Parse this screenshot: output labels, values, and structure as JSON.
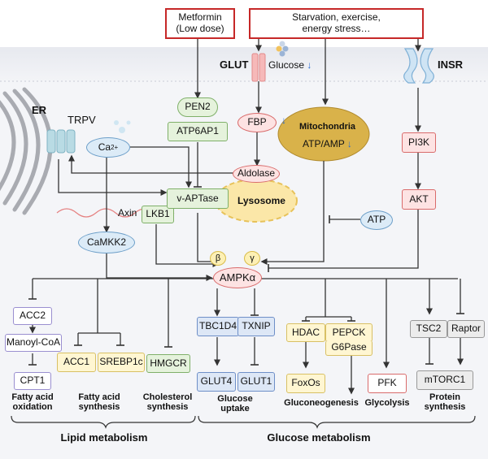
{
  "top": {
    "metformin": "Metformin\n(Low dose)",
    "starvation": "Starvation, exercise,\nenergy stress…"
  },
  "membrane": {
    "glut": "GLUT",
    "glucose": "Glucose",
    "insr": "INSR",
    "down_arrow": "↓"
  },
  "left": {
    "er": "ER",
    "trpv": "TRPV",
    "ca": "Ca",
    "ca_sup": "2+",
    "camkk2": "CaMKK2",
    "axin": "Axin",
    "lkb1": "LKB1"
  },
  "center": {
    "pen2": "PEN2",
    "atp6ap1": "ATP6AP1",
    "vaptase": "v-APTase",
    "lysosome": "Lysosome",
    "fbp": "FBP",
    "aldolase": "Aldolase",
    "mitochondria": "Mitochondria",
    "atp_amp": "ATP/AMP",
    "atp": "ATP"
  },
  "right": {
    "pi3k": "PI3K",
    "akt": "AKT"
  },
  "ampk": {
    "alpha": "AMPKα",
    "beta": "β",
    "gamma": "γ"
  },
  "targets": {
    "acc2": "ACC2",
    "manoyl_coa": "Manoyl-CoA",
    "cpt1": "CPT1",
    "acc1": "ACC1",
    "srebp1c": "SREBP1c",
    "hmgcr": "HMGCR",
    "tbc1d4": "TBC1D4",
    "txnip": "TXNIP",
    "glut4": "GLUT4",
    "glut1": "GLUT1",
    "hdac": "HDAC",
    "pepck": "PEPCK",
    "g6pase": "G6Pase",
    "foxos": "FoxOs",
    "pfk": "PFK",
    "tsc2": "TSC2",
    "raptor": "Raptor",
    "mtorc1": "mTORC1"
  },
  "outcomes": {
    "fa_oxidation": "Fatty acid\noxidation",
    "fa_synthesis": "Fatty acid\nsynthesis",
    "chol_synthesis": "Cholesterol\nsynthesis",
    "glucose_uptake": "Glucose\nuptake",
    "gluconeogenesis": "Gluconeogenesis",
    "glycolysis": "Glycolysis",
    "protein_synthesis": "Protein\nsynthesis"
  },
  "groups": {
    "lipid": "Lipid metabolism",
    "glucose": "Glucose metabolism"
  },
  "colors": {
    "red": "#c62828",
    "arrow": "#333333",
    "membrane": "#e8eaf0",
    "mito": "#d9b24a",
    "lysosome": "#fbe7a8"
  }
}
